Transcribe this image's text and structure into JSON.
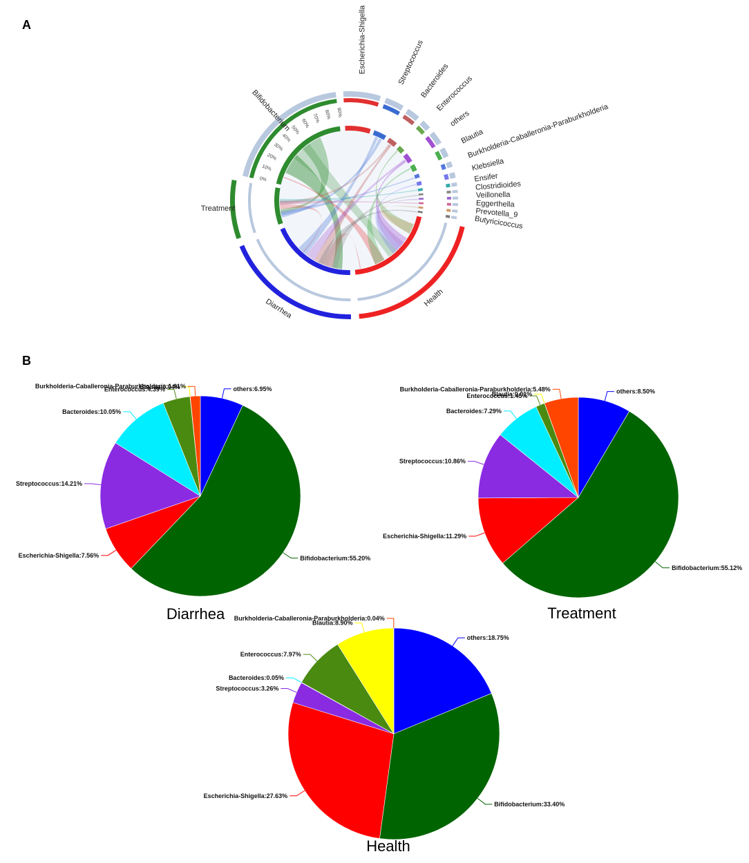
{
  "panels": {
    "a": "A",
    "b": "B"
  },
  "colors": {
    "others": "#0000FF",
    "Bifidobacterium": "#006400",
    "Escherichia-Shigella": "#FF0000",
    "Streptococcus": "#8A2BE2",
    "Bacteroides": "#00EEFF",
    "Enterococcus": "#4A8A10",
    "Blautia": "#FFFF00",
    "Burkholderia-Caballeronia-Paraburkholderia": "#FF4500",
    "Diarrhea": "#2222DD",
    "Treatment": "#2E8B2E",
    "Health": "#EE2222"
  },
  "chart_data": [
    {
      "type": "chord",
      "groups": [
        "Health",
        "Diarrhea",
        "Treatment"
      ],
      "genera": [
        "Bifidobacterium",
        "Escherichia-Shigella",
        "Streptococcus",
        "Bacteroides",
        "Enterococcus",
        "others",
        "Blautia",
        "Burkholderia-Caballeronia-Paraburkholderia",
        "Klebsiella",
        "Ensifer",
        "Clostridioides",
        "Veillonella",
        "Eggerthella",
        "Prevotella_9",
        "Butyricicoccus"
      ],
      "ticks": [
        "0%",
        "10%",
        "20%",
        "30%",
        "40%",
        "50%",
        "60%",
        "70%",
        "80%",
        "90%"
      ]
    },
    {
      "type": "pie",
      "title": "Diarrhea",
      "slices": [
        {
          "name": "others",
          "value": 6.95,
          "label": "others:6.95%"
        },
        {
          "name": "Bifidobacterium",
          "value": 55.2,
          "label": "Bifidobacterium:55.20%"
        },
        {
          "name": "Escherichia-Shigella",
          "value": 7.56,
          "label": "Escherichia-Shigella:7.56%"
        },
        {
          "name": "Streptococcus",
          "value": 14.21,
          "label": "Streptococcus:14.21%"
        },
        {
          "name": "Bacteroides",
          "value": 10.05,
          "label": "Bacteroides:10.05%"
        },
        {
          "name": "Enterococcus",
          "value": 4.39,
          "label": "Enterococcus:4.39%"
        },
        {
          "name": "Blautia",
          "value": 0.04,
          "label": "Blautia:0.04%"
        },
        {
          "name": "Burkholderia-Caballeronia-Paraburkholderia",
          "value": 1.61,
          "label": "Burkholderia-Caballeronia-Paraburkholderia:1.61%"
        }
      ]
    },
    {
      "type": "pie",
      "title": "Treatment",
      "slices": [
        {
          "name": "others",
          "value": 8.5,
          "label": "others:8.50%"
        },
        {
          "name": "Bifidobacterium",
          "value": 55.12,
          "label": "Bifidobacterium:55.12%"
        },
        {
          "name": "Escherichia-Shigella",
          "value": 11.29,
          "label": "Escherichia-Shigella:11.29%"
        },
        {
          "name": "Streptococcus",
          "value": 10.86,
          "label": "Streptococcus:10.86%"
        },
        {
          "name": "Bacteroides",
          "value": 7.29,
          "label": "Bacteroides:7.29%"
        },
        {
          "name": "Enterococcus",
          "value": 1.45,
          "label": "Enterococcus:1.45%"
        },
        {
          "name": "Blautia",
          "value": 0.01,
          "label": "Blautia:0.01%"
        },
        {
          "name": "Burkholderia-Caballeronia-Paraburkholderia",
          "value": 5.48,
          "label": "Burkholderia-Caballeronia-Paraburkholderia:5.48%"
        }
      ]
    },
    {
      "type": "pie",
      "title": "Health",
      "slices": [
        {
          "name": "others",
          "value": 18.75,
          "label": "others:18.75%"
        },
        {
          "name": "Bifidobacterium",
          "value": 33.4,
          "label": "Bifidobacterium:33.40%"
        },
        {
          "name": "Escherichia-Shigella",
          "value": 27.63,
          "label": "Escherichia-Shigella:27.63%"
        },
        {
          "name": "Streptococcus",
          "value": 3.26,
          "label": "Streptococcus:3.26%"
        },
        {
          "name": "Bacteroides",
          "value": 0.05,
          "label": "Bacteroides:0.05%"
        },
        {
          "name": "Enterococcus",
          "value": 7.97,
          "label": "Enterococcus:7.97%"
        },
        {
          "name": "Blautia",
          "value": 8.9,
          "label": "Blautia:8.90%"
        },
        {
          "name": "Burkholderia-Caballeronia-Paraburkholderia",
          "value": 0.04,
          "label": "Burkholderia-Caballeronia-Paraburkholderia:0.04%"
        }
      ]
    }
  ]
}
